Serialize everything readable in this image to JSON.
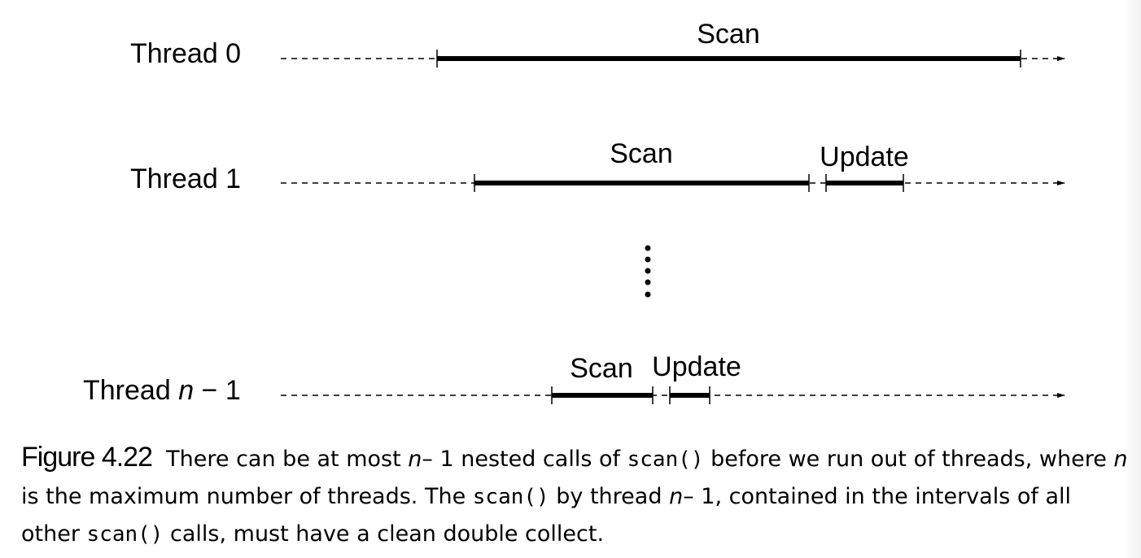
{
  "threads": [
    {
      "label": "Thread 0",
      "intervals": [
        {
          "label": "Scan"
        }
      ]
    },
    {
      "label": "Thread 1",
      "intervals": [
        {
          "label": "Scan"
        },
        {
          "label": "Update"
        }
      ]
    },
    {
      "label_prefix": "Thread ",
      "label_var": "n",
      "label_suffix": " − 1",
      "intervals": [
        {
          "label": "Scan"
        },
        {
          "label": "Update"
        }
      ]
    }
  ],
  "caption": {
    "figure_label": "Figure 4.22",
    "t1": "There can be at most ",
    "v1": "n",
    "t2": "– 1 nested calls of ",
    "code1": "scan()",
    "t3": " before we run out of threads, where ",
    "v2": "n",
    "t4": " is the maximum number of threads. The ",
    "code2": "scan()",
    "t5": " by thread ",
    "v3": "n",
    "t6": "– 1, contained in the intervals of all other ",
    "code3": "scan()",
    "t7": " calls, must have a clean double collect."
  }
}
